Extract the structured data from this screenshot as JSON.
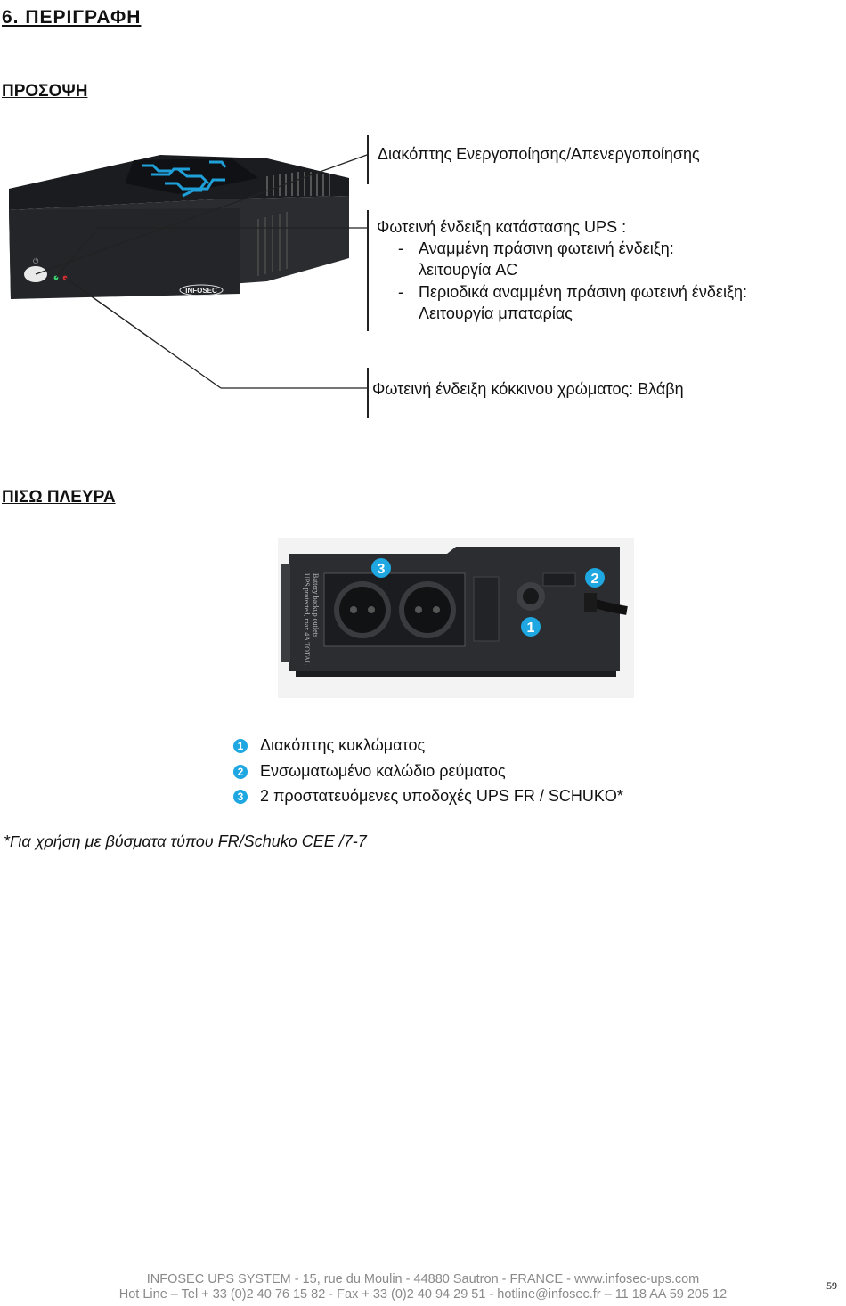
{
  "heading": "6. ΠΕΡΙΓΡΑΦΗ",
  "front": {
    "title": "ΠΡΟΣΟΨΗ",
    "callouts": {
      "power_switch": "Διακόπτης Ενεργοποίησης/Απενεργοποίησης",
      "status_title": "Φωτεινή ένδειξη κατάστασης UPS :",
      "status_line1_dash": "-",
      "status_line1": "Αναμμένη πράσινη φωτεινή ένδειξη:",
      "status_line1b": "λειτουργία AC",
      "status_line2_dash": "-",
      "status_line2": "Περιοδικά αναμμένη πράσινη φωτεινή ένδειξη:",
      "status_line2b": "Λειτουργία μπαταρίας",
      "fault": "Φωτεινή ένδειξη κόκκινου χρώματος: Βλάβη"
    },
    "device_logo": "INFOSEC"
  },
  "back": {
    "title": "ΠΙΣΩ ΠΛΕΥΡΑ",
    "badges": [
      "1",
      "2",
      "3"
    ],
    "device_label_line1": "UPS protected, max 4A TOTAL",
    "device_label_line2": "Battery backup outlets",
    "legend": [
      {
        "num": "1",
        "text": "Διακόπτης κυκλώματος"
      },
      {
        "num": "2",
        "text": "Ενσωματωμένο καλώδιο ρεύματος"
      },
      {
        "num": "3",
        "text": "2 προστατευόμενες υποδοχές UPS FR / SCHUKO*"
      }
    ]
  },
  "note": "*Για χρήση με βύσματα τύπου FR/Schuko CEE /7-7",
  "footer": {
    "line1": "INFOSEC UPS SYSTEM - 15, rue du Moulin - 44880 Sautron - FRANCE -  www.infosec-ups.com",
    "line2": "Hot Line – Tel + 33 (0)2 40 76 15 82 - Fax + 33 (0)2 40 94 29 51 - hotline@infosec.fr – 11 18 AA 59 205 12"
  },
  "page_number": "59",
  "colors": {
    "badge": "#1ea7e0",
    "accent_blue": "#1fa0d8",
    "led_green": "#3bd16f",
    "led_red": "#d23030"
  }
}
